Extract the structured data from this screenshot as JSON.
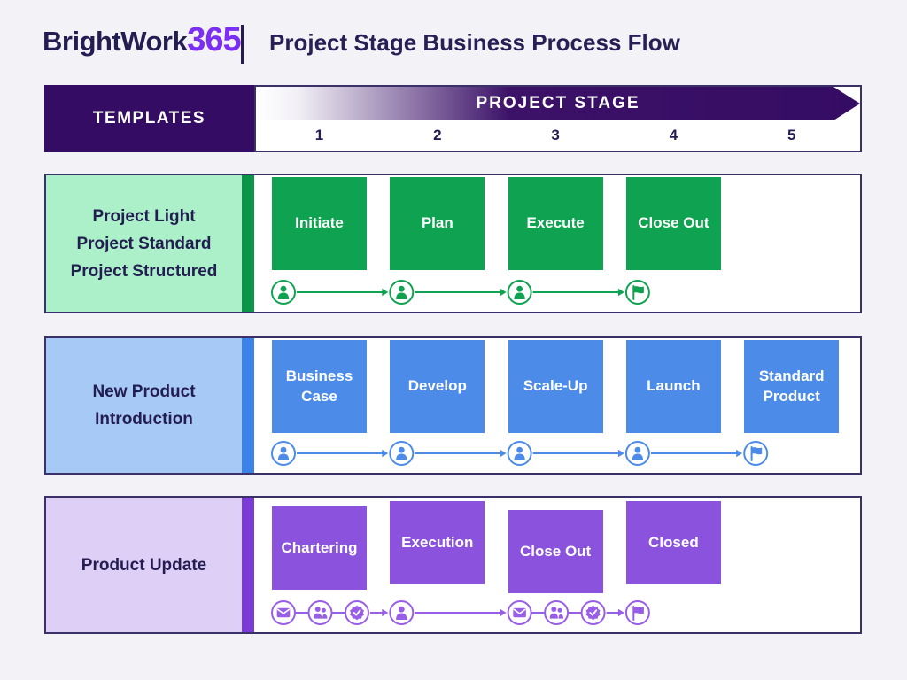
{
  "header": {
    "logo_brand": "BrightWork",
    "logo_suffix": "365",
    "title": "Project Stage Business Process Flow"
  },
  "stage_header": {
    "templates_label": "TEMPLATES",
    "arrow_label": "PROJECT STAGE",
    "stage_numbers": [
      "1",
      "2",
      "3",
      "4",
      "5"
    ]
  },
  "colors": {
    "page_bg": "#f3f3f7",
    "navy_text": "#241d52",
    "logo_purple": "#7b2ff2",
    "header_bar_purple": "#350c63",
    "row_border": "#3a3168",
    "green": "#0fa351",
    "green_light": "#abf0c9",
    "green_stripe": "#0b9549",
    "blue": "#4c8ce8",
    "blue_light": "#a7c9f6",
    "blue_stripe": "#3b82e9",
    "purple": "#8a52dd",
    "purple_light": "#ddcff6",
    "purple_stripe": "#7a3bd7",
    "purple_icon": "#995ee8"
  },
  "rows": [
    {
      "name": "project-templates",
      "template_labels": [
        "Project Light",
        "Project Standard",
        "Project Structured"
      ],
      "theme": {
        "label_bg": "#abf0c9",
        "stripe": "#0b9549",
        "box": "#0fa351",
        "icon": "#0fa351"
      },
      "stages": [
        {
          "col": 0,
          "label": "Initiate"
        },
        {
          "col": 1,
          "label": "Plan"
        },
        {
          "col": 2,
          "label": "Execute"
        },
        {
          "col": 3,
          "label": "Close Out"
        }
      ],
      "flow": [
        {
          "col": 0,
          "icons": [
            "person"
          ]
        },
        {
          "col": 1,
          "icons": [
            "person"
          ]
        },
        {
          "col": 2,
          "icons": [
            "person"
          ]
        },
        {
          "col": 3,
          "icons": [
            "flag"
          ]
        }
      ]
    },
    {
      "name": "new-product-introduction",
      "template_labels": [
        "New Product",
        "Introduction"
      ],
      "theme": {
        "label_bg": "#a7c9f6",
        "stripe": "#3b82e9",
        "box": "#4c8ce8",
        "icon": "#4c8ce8"
      },
      "stages": [
        {
          "col": 0,
          "label": "Business Case"
        },
        {
          "col": 1,
          "label": "Develop"
        },
        {
          "col": 2,
          "label": "Scale-Up"
        },
        {
          "col": 3,
          "label": "Launch"
        },
        {
          "col": 4,
          "label": "Standard Product"
        }
      ],
      "flow": [
        {
          "col": 0,
          "icons": [
            "person"
          ]
        },
        {
          "col": 1,
          "icons": [
            "person"
          ]
        },
        {
          "col": 2,
          "icons": [
            "person"
          ]
        },
        {
          "col": 3,
          "icons": [
            "person"
          ]
        },
        {
          "col": 4,
          "icons": [
            "flag"
          ]
        }
      ]
    },
    {
      "name": "product-update",
      "template_labels": [
        "Product Update"
      ],
      "theme": {
        "label_bg": "#ddcff6",
        "stripe": "#7a3bd7",
        "box": "#8a52dd",
        "icon": "#995ee8"
      },
      "stages": [
        {
          "col": 0,
          "label": "Chartering"
        },
        {
          "col": 1,
          "label": "Execution"
        },
        {
          "col": 2,
          "label": "Close Out"
        },
        {
          "col": 3,
          "label": "Closed"
        }
      ],
      "flow": [
        {
          "col": 0,
          "icons": [
            "mail",
            "people",
            "badge-check"
          ]
        },
        {
          "col": 1,
          "icons": [
            "person"
          ]
        },
        {
          "col": 2,
          "icons": [
            "mail",
            "people",
            "badge-check"
          ]
        },
        {
          "col": 3,
          "icons": [
            "flag"
          ]
        }
      ]
    }
  ]
}
